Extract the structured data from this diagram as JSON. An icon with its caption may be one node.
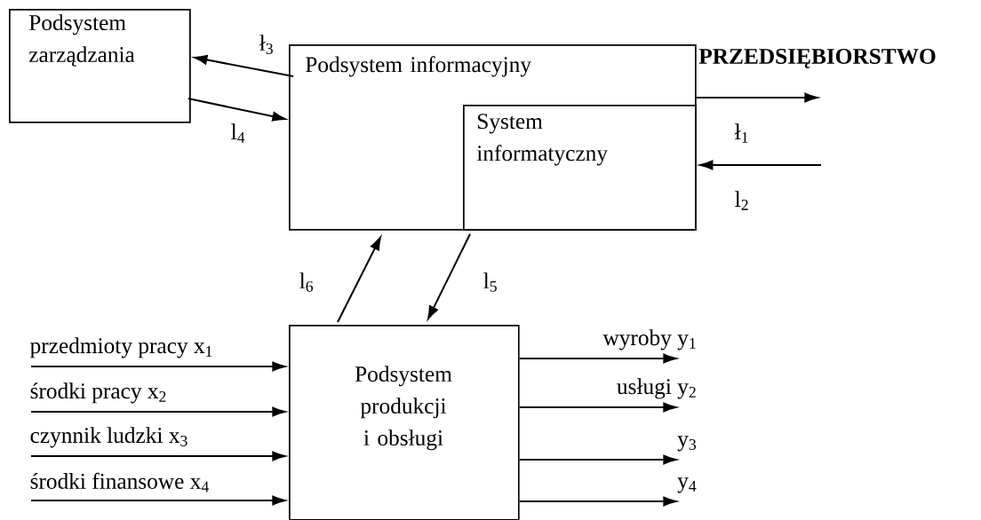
{
  "diagram": {
    "nodes": [
      {
        "text": [
          "Podsystem zarządzania"
        ]
      },
      {
        "text": [
          "Podsystem informacyjny"
        ]
      },
      {
        "text": [
          "System informatyczny"
        ],
        "in": 1
      },
      {
        "text": [
          "Podsystem produkcji i obsługi"
        ]
      }
    ],
    "edges": [
      {
        "from": 1,
        "to": 0,
        "arrow": "to",
        "label": "ł$_{3}$"
      },
      {
        "from": 0,
        "to": 1,
        "arrow": "to",
        "label": "l$_{4}$"
      },
      {
        "from": 1,
        "to": null,
        "arrow": "to",
        "label": "ł$_{1}$"
      },
      {
        "from": null,
        "to": 2,
        "arrow": "to",
        "label": "l$_{2}$"
      },
      {
        "from": 3,
        "to": 1,
        "arrow": "to",
        "label": "l$_{6}$"
      },
      {
        "from": 2,
        "to": 3,
        "arrow": "to",
        "label": "l$_{5}$"
      },
      {
        "from": null,
        "to": 3,
        "arrow": "to",
        "label": "przedmioty pracy x$_{1}$"
      },
      {
        "from": null,
        "to": 3,
        "arrow": "to",
        "label": "środki pracy  x$_{2}$"
      },
      {
        "from": null,
        "to": 3,
        "arrow": "to",
        "label": "czynnik ludzki x$_{3}$"
      },
      {
        "from": null,
        "to": 3,
        "arrow": "to",
        "label": "środki finansowe x$_{4}$"
      },
      {
        "from": 3,
        "to": null,
        "arrow": "to",
        "label": "wyroby y$_{1}$"
      },
      {
        "from": 3,
        "to": null,
        "arrow": "to",
        "label": "usługi y$_{2}$"
      },
      {
        "from": 3,
        "to": null,
        "arrow": "to",
        "label": "y$_{3}$"
      },
      {
        "from": 3,
        "to": null,
        "arrow": "to",
        "label": "y$_{4}$"
      }
    ],
    "labels": [
      "PRZEDSIĘBIORSTWO"
    ]
  }
}
